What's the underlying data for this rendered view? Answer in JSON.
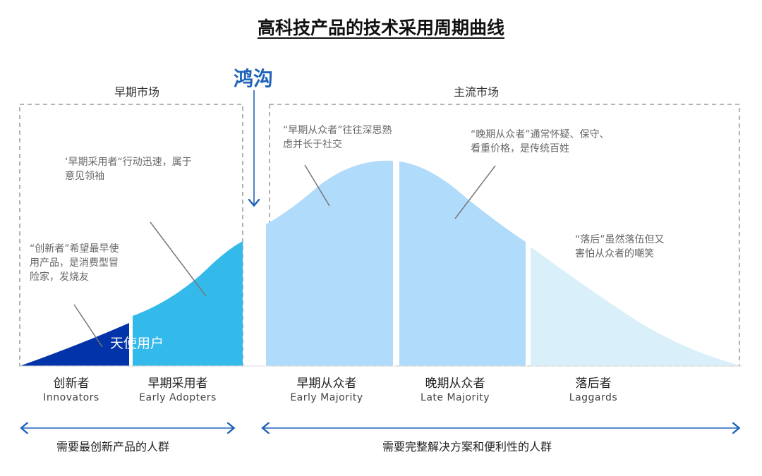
{
  "title": "高科技产品的技术采用周期曲线",
  "chasm_label": "鸿沟",
  "markets": {
    "early": "早期市场",
    "mainstream": "主流市场"
  },
  "angel_label": "天使用户",
  "notes": {
    "innovators": [
      "“创新者”希望最早使",
      "用产品，是消费型冒",
      "险家，发烧友"
    ],
    "early_adopters": [
      "‘早期采用者“行动迅速，属于",
      "意见领袖"
    ],
    "early_majority": [
      "“早期从众者”往往深思熟",
      "虑并长于社交"
    ],
    "late_majority": [
      "“晚期从众者”通常怀疑、保守、",
      "看重价格，是传统百姓"
    ],
    "laggards": [
      "“落后”虽然落伍但又",
      "害怕从众者的嘲笑"
    ]
  },
  "segments": [
    {
      "cn": "创新者",
      "en": "Innovators",
      "color": "#0333a8"
    },
    {
      "cn": "早期采用者",
      "en": "Early  Adopters",
      "color": "#33b9ea"
    },
    {
      "cn": "早期从众者",
      "en": "Early  Majority",
      "color": "#b0dbfb"
    },
    {
      "cn": "晚期从众者",
      "en": "Late  Majority",
      "color": "#b0dbfb"
    },
    {
      "cn": "落后者",
      "en": "Laggards",
      "color": "#d9eff9"
    }
  ],
  "bottom": {
    "left": "需要最创新产品的人群",
    "right": "需要完整解决方案和便利性的人群"
  },
  "accent": "#1f64b8"
}
